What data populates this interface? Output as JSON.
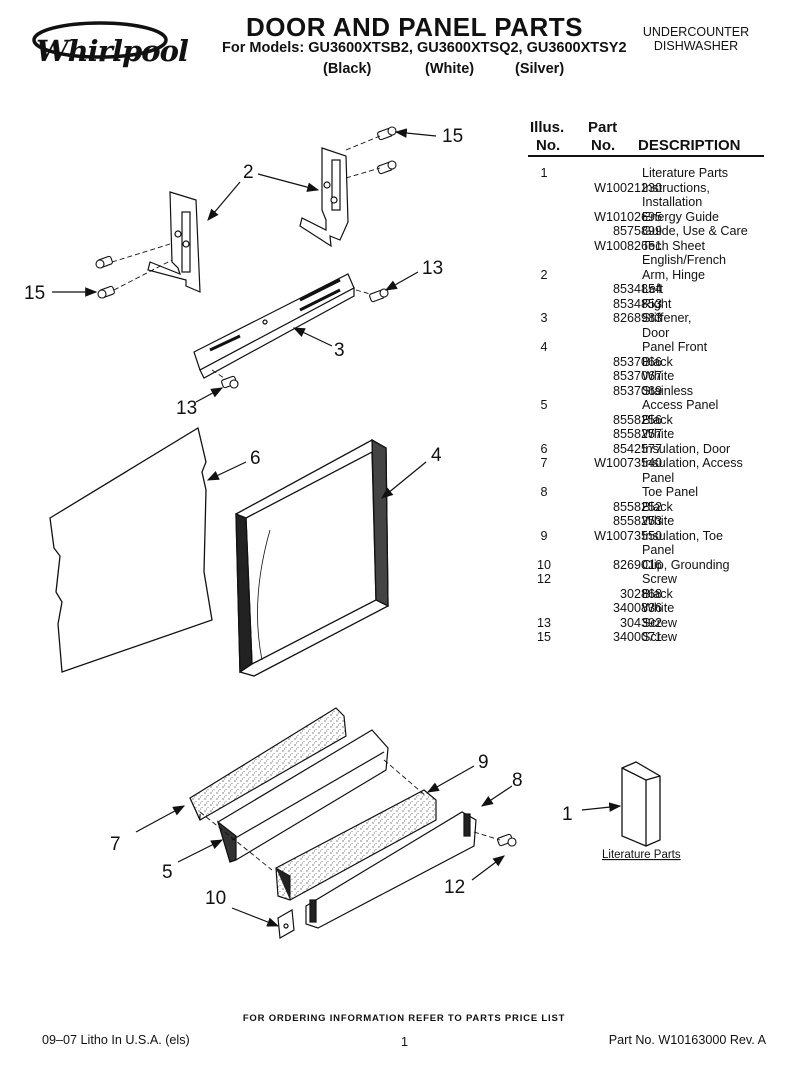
{
  "header": {
    "brand": "Whirlpool",
    "title": "DOOR AND PANEL PARTS",
    "subtitle": "For Models: GU3600XTSB2, GU3600XTSQ2, GU3600XTSY2",
    "color_black": "(Black)",
    "color_white": "(White)",
    "color_silver": "(Silver)",
    "product_line1": "UNDERCOUNTER",
    "product_line2": "DISHWASHER"
  },
  "table": {
    "illus_h1": "Illus.",
    "illus_h2": "No.",
    "part_h1": "Part",
    "part_h2": "No.",
    "desc_h": "DESCRIPTION",
    "rows": [
      {
        "illus": "1",
        "part": "",
        "desc": "Literature Parts"
      },
      {
        "illus": "",
        "part": "W10021230",
        "desc": "Instructions,"
      },
      {
        "illus": "",
        "part": "",
        "desc": "Installation"
      },
      {
        "illus": "",
        "part": "W10102695",
        "desc": "Energy Guide"
      },
      {
        "illus": "",
        "part": "8575899",
        "desc": "Guide, Use & Care"
      },
      {
        "illus": "",
        "part": "W10082651",
        "desc": "Tech Sheet"
      },
      {
        "illus": "",
        "part": "",
        "desc": "English/French"
      },
      {
        "illus": "2",
        "part": "",
        "desc": "Arm, Hinge"
      },
      {
        "illus": "",
        "part": "8534854",
        "desc": "Left"
      },
      {
        "illus": "",
        "part": "8534853",
        "desc": "Right"
      },
      {
        "illus": "3",
        "part": "8268983",
        "desc": "Stiffener,"
      },
      {
        "illus": "",
        "part": "",
        "desc": "Door"
      },
      {
        "illus": "4",
        "part": "",
        "desc": "Panel Front"
      },
      {
        "illus": "",
        "part": "8537066",
        "desc": "Black"
      },
      {
        "illus": "",
        "part": "8537067",
        "desc": "White"
      },
      {
        "illus": "",
        "part": "8537069",
        "desc": "Stainless"
      },
      {
        "illus": "5",
        "part": "",
        "desc": "Access Panel"
      },
      {
        "illus": "",
        "part": "8558256",
        "desc": "Black"
      },
      {
        "illus": "",
        "part": "8558257",
        "desc": "White"
      },
      {
        "illus": "6",
        "part": "8542577",
        "desc": "Insulation, Door"
      },
      {
        "illus": "7",
        "part": "W10073540",
        "desc": "Insulation, Access"
      },
      {
        "illus": "",
        "part": "",
        "desc": "Panel"
      },
      {
        "illus": "8",
        "part": "",
        "desc": "Toe Panel"
      },
      {
        "illus": "",
        "part": "8558252",
        "desc": "Black"
      },
      {
        "illus": "",
        "part": "8558253",
        "desc": "White"
      },
      {
        "illus": "9",
        "part": "W10073550",
        "desc": "Insulation, Toe"
      },
      {
        "illus": "",
        "part": "",
        "desc": "Panel"
      },
      {
        "illus": "10",
        "part": "8269016",
        "desc": "Clip, Grounding"
      },
      {
        "illus": "12",
        "part": "",
        "desc": "Screw"
      },
      {
        "illus": "",
        "part": "302868",
        "desc": "Black"
      },
      {
        "illus": "",
        "part": "3400836",
        "desc": "White"
      },
      {
        "illus": "13",
        "part": "304392",
        "desc": "Screw"
      },
      {
        "illus": "15",
        "part": "3400071",
        "desc": "Screw"
      }
    ]
  },
  "diagram": {
    "callouts": {
      "c15a": "15",
      "c2": "2",
      "c15b": "15",
      "c13a": "13",
      "c3": "3",
      "c13b": "13",
      "c6": "6",
      "c4": "4",
      "c9": "9",
      "c8": "8",
      "c1": "1",
      "c7": "7",
      "c5": "5",
      "c10": "10",
      "c12": "12"
    },
    "literature_label": "Literature Parts"
  },
  "footer": {
    "ordering": "FOR ORDERING INFORMATION REFER TO PARTS PRICE LIST",
    "litho": "09–07 Litho In U.S.A. (els)",
    "page": "1",
    "partno": "Part No. W10163000 Rev. A"
  }
}
